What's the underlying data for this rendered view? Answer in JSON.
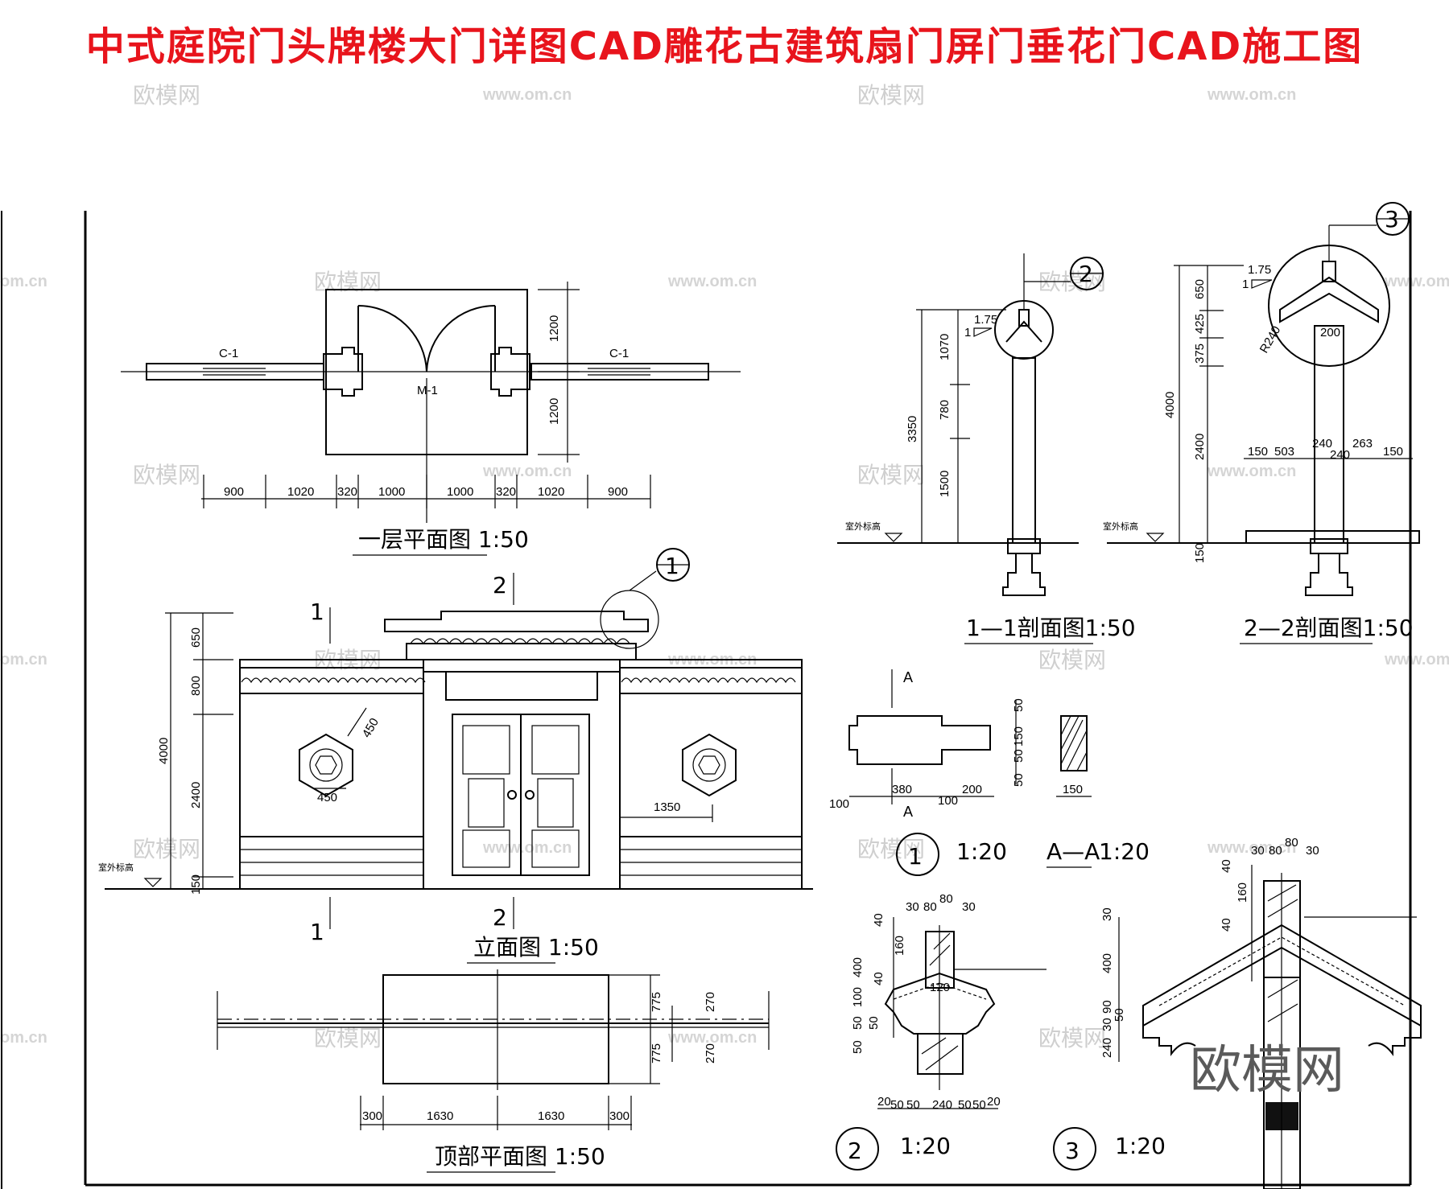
{
  "header": {
    "title": "中式庭院门头牌楼大门详图CAD雕花古建筑扇门屏门垂花门CAD施工图"
  },
  "watermark": {
    "brand": "欧模网",
    "url": "www.om.cn",
    "url_short": "om.cn"
  },
  "drawings": {
    "plan": {
      "title": "一层平面图 1:50",
      "labels": {
        "window_left": "C-1",
        "window_right": "C-1",
        "door": "M-1"
      },
      "dims_bottom": [
        "900",
        "1020",
        "320",
        "1000",
        "1000",
        "320",
        "1020",
        "900"
      ],
      "dims_right": [
        "1200",
        "1200"
      ]
    },
    "elevation": {
      "title": "立面图 1:50",
      "section_marks": {
        "s1": "1",
        "s2": "2"
      },
      "detail_marker": "1",
      "dims_left": [
        "650",
        "800",
        "2400",
        "150"
      ],
      "dim_total": "4000",
      "dim_450_a": "450",
      "dim_450_b": "450",
      "dim_1350": "1350",
      "ground_label": "室外标高"
    },
    "roof_plan": {
      "title": "顶部平面图 1:50",
      "dims_bottom": [
        "300",
        "1630",
        "1630",
        "300"
      ],
      "dims_right_a": [
        "775",
        "775"
      ],
      "dims_right_b": [
        "270",
        "270"
      ]
    },
    "section_11": {
      "title": "1—1剖面图1:50",
      "slope": "1.75",
      "slope_base": "1",
      "marker": "2",
      "dims": [
        "1070",
        "780",
        "1500"
      ],
      "dim_total": "3350",
      "ground_label": "室外标高"
    },
    "section_22": {
      "title": "2—2剖面图1:50",
      "slope": "1.75",
      "slope_base": "1",
      "marker": "3",
      "dims": [
        "650",
        "425",
        "375",
        "2400"
      ],
      "dim_total": "4000",
      "dim_base": "150",
      "radius": "R240",
      "dim_200": "200",
      "dims_h": [
        "150",
        "503",
        "240",
        "240",
        "263",
        "150"
      ],
      "ground_label": "室外标高"
    },
    "detail_1": {
      "marker": "1",
      "scale": "1:20",
      "section_label": "A",
      "dims_h": [
        "100",
        "380",
        "100",
        "200"
      ],
      "dims_v": [
        "50",
        "150",
        "50",
        "50"
      ]
    },
    "detail_aa": {
      "title": "A—A",
      "scale": "1:20",
      "dim": "150"
    },
    "detail_2": {
      "marker": "2",
      "scale": "1:20",
      "dims_top": [
        "30",
        "80",
        "80",
        "30"
      ],
      "dims_left": [
        "40",
        "160",
        "400",
        "40",
        "100",
        "50",
        "50",
        "50"
      ],
      "dim_120": "120",
      "dims_bottom": [
        "20",
        "50",
        "50",
        "240",
        "50",
        "50",
        "20"
      ]
    },
    "detail_3": {
      "marker": "3",
      "scale": "1:20",
      "dims_top": [
        "30",
        "80",
        "80",
        "30"
      ],
      "dims_left": [
        "40",
        "160",
        "40",
        "30",
        "400",
        "90",
        "50",
        "30",
        "240"
      ]
    }
  }
}
